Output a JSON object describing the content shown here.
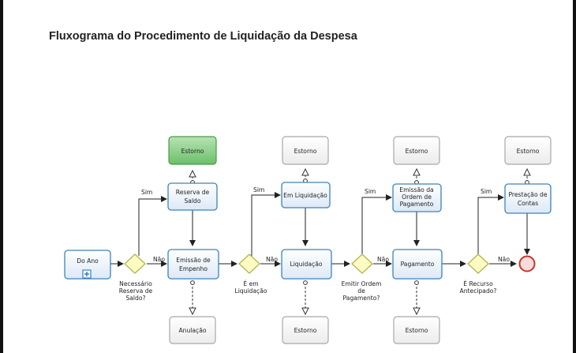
{
  "title": "Fluxograma do Procedimento de Liquidação da Despesa",
  "nodes": {
    "start": "Do Ano",
    "reserva": [
      "Reserva de",
      "Saldo"
    ],
    "emissao_empenho": [
      "Emissão de",
      "Empenho"
    ],
    "em_liquidacao": "Em Liquidação",
    "liquidacao": "Liquidação",
    "emissao_ordem": [
      "Emissão da",
      "Ordem de",
      "Pagamento"
    ],
    "pagamento": "Pagamento",
    "prestacao": [
      "Prestação de",
      "Contas"
    ],
    "estorno_green": "Estorno",
    "estorno_2": "Estorno",
    "estorno_3": "Estorno",
    "estorno_4": "Estorno",
    "anulacao": "Anulação",
    "estorno_bottom_2": "Estorno",
    "estorno_bottom_3": "Estorno"
  },
  "gateways": {
    "g1": [
      "Necessário",
      "Reserva de",
      "Saldo?"
    ],
    "g2": [
      "É em",
      "Liquidação"
    ],
    "g3": [
      "Emitir Ordem",
      "de",
      "Pagamento?"
    ],
    "g4": [
      "É Recurso",
      "Antecipado?"
    ]
  },
  "edge_labels": {
    "yes": "Sim",
    "no": "Não"
  },
  "colors": {
    "task_border": "#3c82c0",
    "task_fill": "#eef5fc",
    "green_fill": "#8ccf8a",
    "green_border": "#4a9a48",
    "gray_border": "#a8a8a8",
    "gateway_fill": "#fbfbc2",
    "gateway_border": "#b0b050",
    "end_border": "#c0392b",
    "end_fill": "#fadada"
  }
}
